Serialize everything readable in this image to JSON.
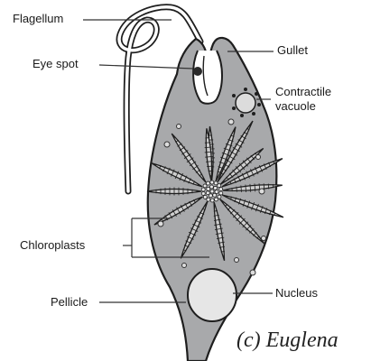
{
  "labels": {
    "flagellum": "Flagellum",
    "eye_spot": "Eye spot",
    "gullet": "Gullet",
    "contractile_vacuole_line1": "Contractile",
    "contractile_vacuole_line2": "vacuole",
    "chloroplasts": "Chloroplasts",
    "pellicle": "Pellicle",
    "nucleus": "Nucleus"
  },
  "caption": "(c) Euglena",
  "colors": {
    "cell_fill": "#a8a9ab",
    "outline": "#1e1e1e",
    "nucleus_fill": "#e6e6e6",
    "chloroplast_fill": "#cfcfcf"
  }
}
